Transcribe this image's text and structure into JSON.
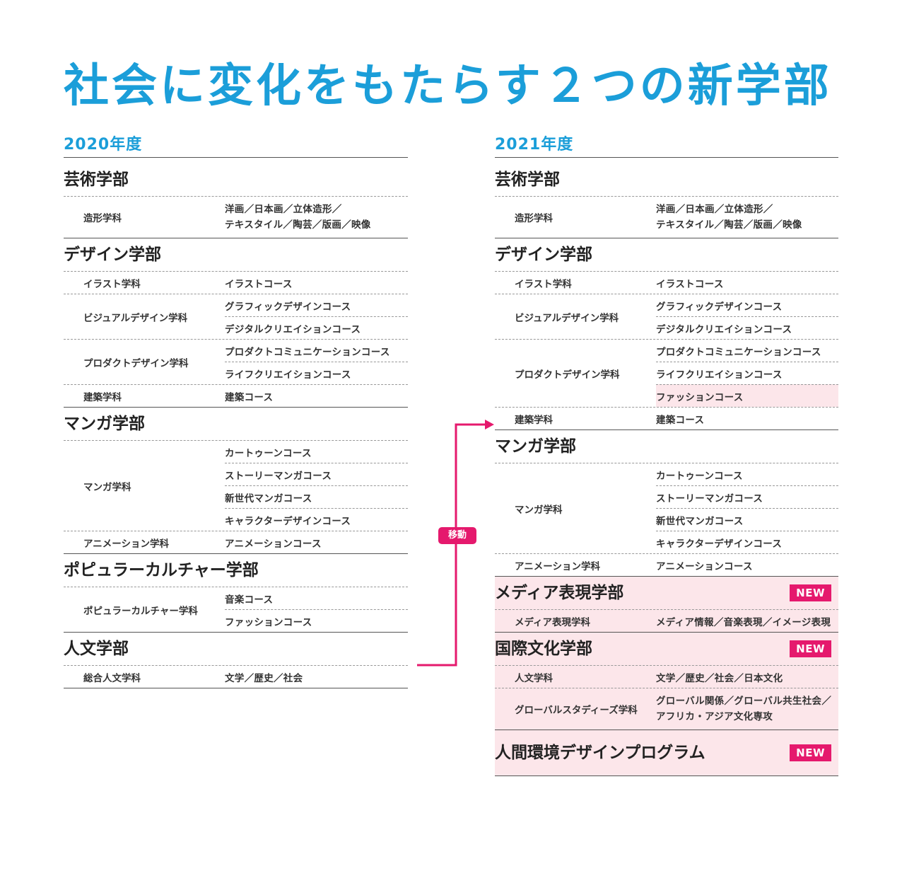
{
  "title": "社会に変化をもたらす２つの新学部",
  "move_label": "移動",
  "new_label": "NEW",
  "accent_color": "#1b9ed9",
  "highlight_color": "#e5196d",
  "left": {
    "year": "2020年度",
    "faculties": [
      {
        "name": "芸術学部",
        "depts": [
          {
            "name": "造形学科",
            "courses": [
              "洋画／日本画／立体造形／\nテキスタイル／陶芸／版画／映像"
            ]
          }
        ]
      },
      {
        "name": "デザイン学部",
        "depts": [
          {
            "name": "イラスト学科",
            "courses": [
              "イラストコース"
            ]
          },
          {
            "name": "ビジュアルデザイン学科",
            "courses": [
              "グラフィックデザインコース",
              "デジタルクリエイションコース"
            ]
          },
          {
            "name": "プロダクトデザイン学科",
            "courses": [
              "プロダクトコミュニケーションコース",
              "ライフクリエイションコース"
            ]
          },
          {
            "name": "建築学科",
            "courses": [
              "建築コース"
            ]
          }
        ]
      },
      {
        "name": "マンガ学部",
        "depts": [
          {
            "name": "マンガ学科",
            "courses": [
              "カートゥーンコース",
              "ストーリーマンガコース",
              "新世代マンガコース",
              "キャラクターデザインコース"
            ]
          },
          {
            "name": "アニメーション学科",
            "courses": [
              "アニメーションコース"
            ]
          }
        ]
      },
      {
        "name": "ポピュラーカルチャー学部",
        "depts": [
          {
            "name": "ポピュラーカルチャー学科",
            "courses": [
              "音楽コース",
              "ファッションコース"
            ]
          }
        ]
      },
      {
        "name": "人文学部",
        "depts": [
          {
            "name": "総合人文学科",
            "courses": [
              "文学／歴史／社会"
            ]
          }
        ]
      }
    ]
  },
  "right": {
    "year": "2021年度",
    "faculties": [
      {
        "name": "芸術学部",
        "depts": [
          {
            "name": "造形学科",
            "courses": [
              "洋画／日本画／立体造形／\nテキスタイル／陶芸／版画／映像"
            ]
          }
        ]
      },
      {
        "name": "デザイン学部",
        "depts": [
          {
            "name": "イラスト学科",
            "courses": [
              "イラストコース"
            ]
          },
          {
            "name": "ビジュアルデザイン学科",
            "courses": [
              "グラフィックデザインコース",
              "デジタルクリエイションコース"
            ]
          },
          {
            "name": "プロダクトデザイン学科",
            "courses": [
              "プロダクトコミュニケーションコース",
              "ライフクリエイションコース",
              "ファッションコース"
            ],
            "moved_index": 2
          },
          {
            "name": "建築学科",
            "courses": [
              "建築コース"
            ]
          }
        ]
      },
      {
        "name": "マンガ学部",
        "depts": [
          {
            "name": "マンガ学科",
            "courses": [
              "カートゥーンコース",
              "ストーリーマンガコース",
              "新世代マンガコース",
              "キャラクターデザインコース"
            ]
          },
          {
            "name": "アニメーション学科",
            "courses": [
              "アニメーションコース"
            ]
          }
        ]
      },
      {
        "name": "メディア表現学部",
        "is_new": true,
        "depts": [
          {
            "name": "メディア表現学科",
            "courses": [
              "メディア情報／音楽表現／イメージ表現"
            ]
          }
        ]
      },
      {
        "name": "国際文化学部",
        "is_new": true,
        "depts": [
          {
            "name": "人文学科",
            "courses": [
              "文学／歴史／社会／日本文化"
            ]
          },
          {
            "name": "グローバルスタディーズ学科",
            "courses": [
              "グローバル関係／グローバル共生社会／\nアフリカ・アジア文化専攻"
            ]
          }
        ]
      },
      {
        "name": "人間環境デザインプログラム",
        "is_new": true,
        "depts": []
      }
    ]
  }
}
